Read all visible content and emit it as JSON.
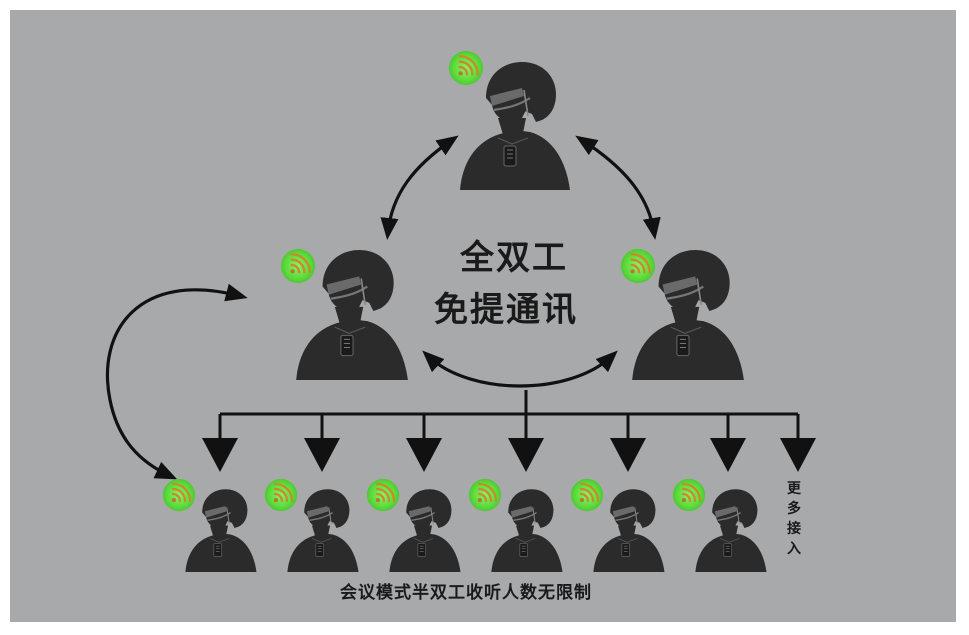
{
  "title": {
    "line1": "全双工",
    "line2": "免提通讯"
  },
  "footer": {
    "caption": "会议模式半双工收听人数无限制"
  },
  "more_access": [
    "更",
    "多",
    "接",
    "入"
  ],
  "icons": {
    "person": "headset-operator-icon",
    "signal": "wireless-signal-icon"
  },
  "colors": {
    "background": "#a8a9ab",
    "figure": "#2b2b2b",
    "signal_glow": "#66e04a",
    "signal_wave": "#c98a2a",
    "arrow": "#111111"
  }
}
